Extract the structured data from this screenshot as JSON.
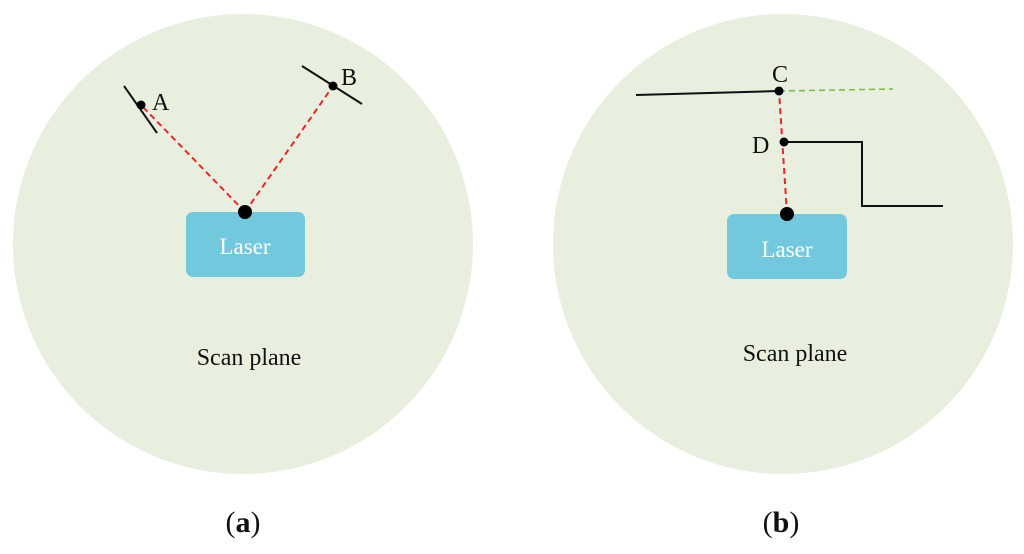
{
  "colors": {
    "scan_plane": "#e9efde",
    "laser_box": "#72c9de",
    "laser_text": "#ffffff",
    "surface_line": "#111111",
    "beam": "#e8262a",
    "extension": "#7cbd45",
    "point": "#000000"
  },
  "panel_a": {
    "label_open": "(",
    "label_letter": "a",
    "label_close": ")",
    "laser_label": "Laser",
    "scan_plane_label": "Scan plane",
    "point_a": "A",
    "point_b": "B"
  },
  "panel_b": {
    "label_open": "(",
    "label_letter": "b",
    "label_close": ")",
    "laser_label": "Laser",
    "scan_plane_label": "Scan plane",
    "point_c": "C",
    "point_d": "D"
  }
}
